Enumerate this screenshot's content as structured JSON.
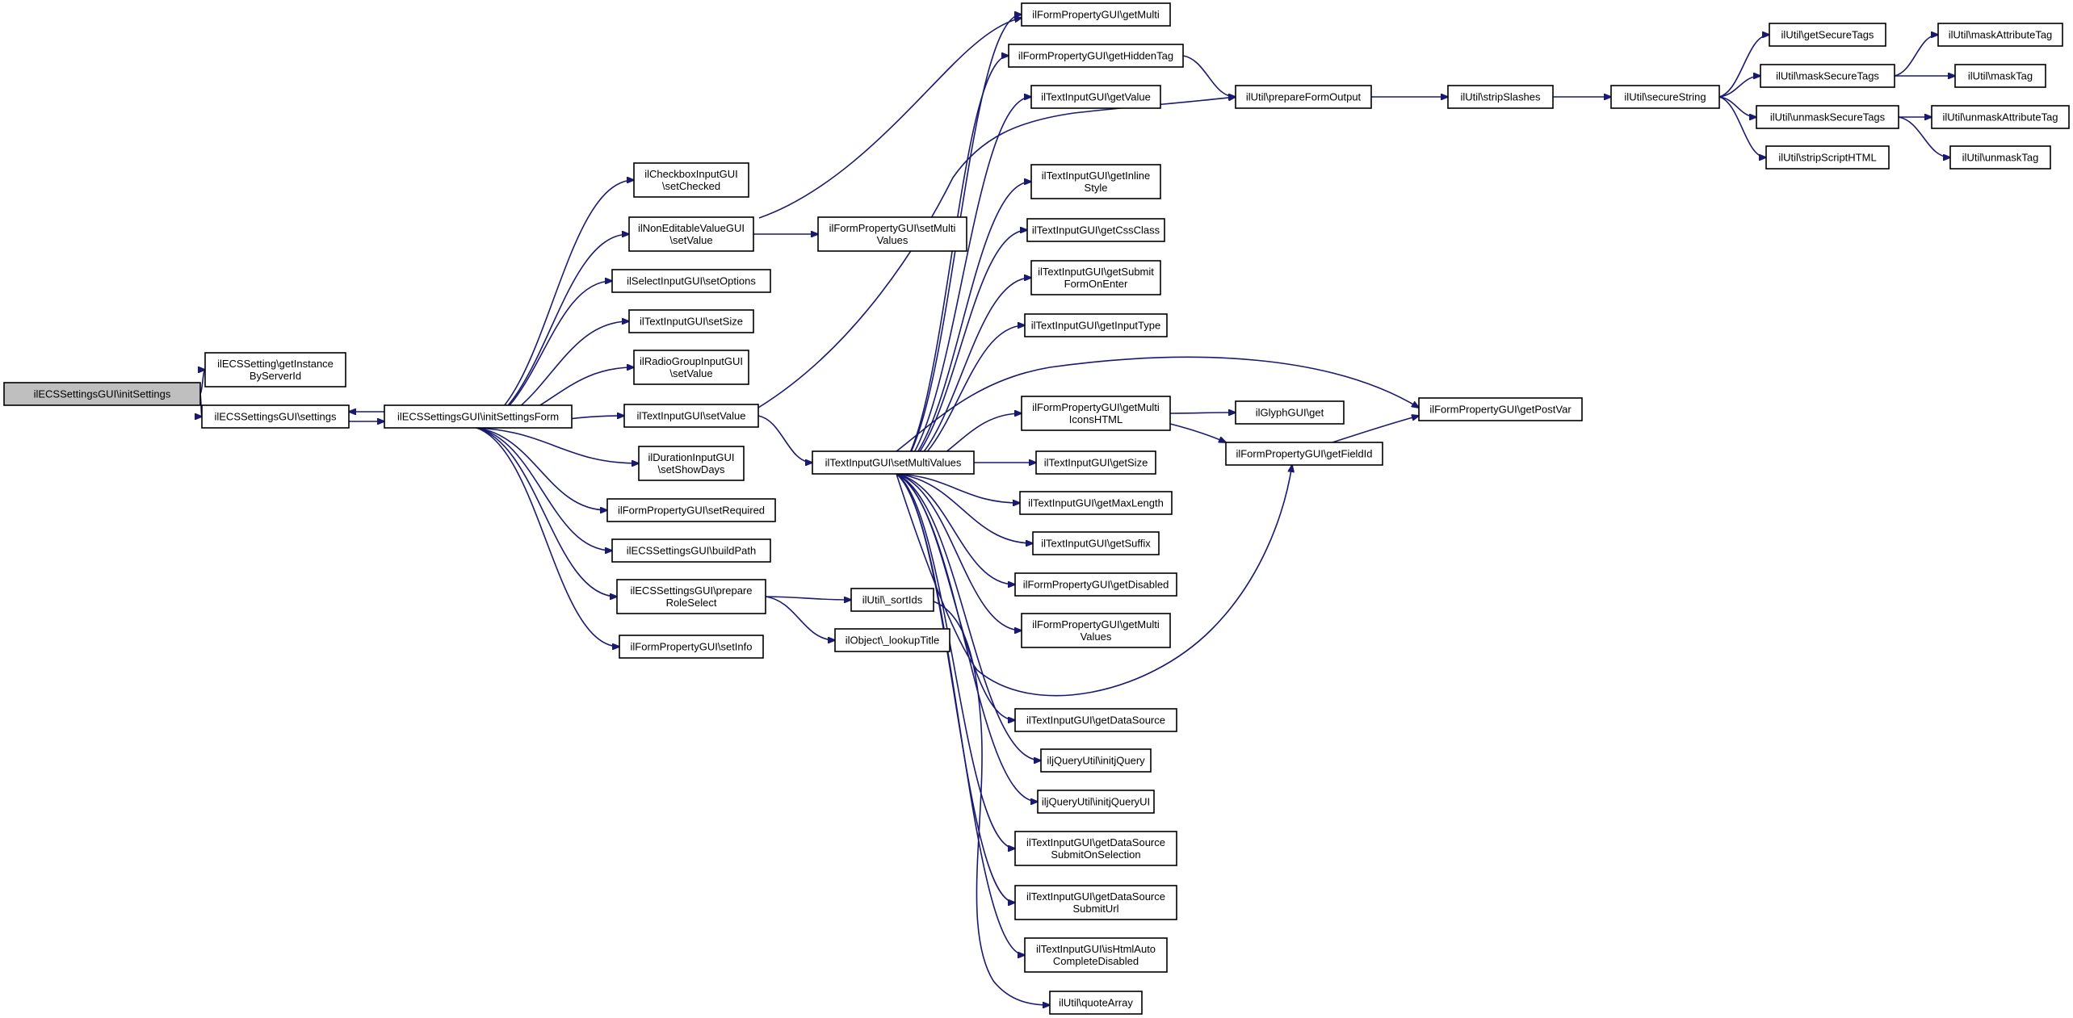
{
  "nodes": [
    {
      "id": "root",
      "lines": [
        "ilECSSettingsGUI\\initSettings"
      ],
      "root": true
    },
    {
      "id": "getinst",
      "lines": [
        "ilECSSetting\\getInstance",
        "ByServerId"
      ]
    },
    {
      "id": "settings",
      "lines": [
        "ilECSSettingsGUI\\settings"
      ]
    },
    {
      "id": "initform",
      "lines": [
        "ilECSSettingsGUI\\initSettingsForm"
      ]
    },
    {
      "id": "cbsetchecked",
      "lines": [
        "ilCheckboxInputGUI",
        "\\setChecked"
      ]
    },
    {
      "id": "nesetvalue",
      "lines": [
        "ilNonEditableValueGUI",
        "\\setValue"
      ]
    },
    {
      "id": "selsetopt",
      "lines": [
        "ilSelectInputGUI\\setOptions"
      ]
    },
    {
      "id": "tisetsize",
      "lines": [
        "ilTextInputGUI\\setSize"
      ]
    },
    {
      "id": "rgsetvalue",
      "lines": [
        "ilRadioGroupInputGUI",
        "\\setValue"
      ]
    },
    {
      "id": "tisetvalue",
      "lines": [
        "ilTextInputGUI\\setValue"
      ]
    },
    {
      "id": "dursetshow",
      "lines": [
        "ilDurationInputGUI",
        "\\setShowDays"
      ]
    },
    {
      "id": "fpsetreq",
      "lines": [
        "ilFormPropertyGUI\\setRequired"
      ]
    },
    {
      "id": "buildpath",
      "lines": [
        "ilECSSettingsGUI\\buildPath"
      ]
    },
    {
      "id": "preprole",
      "lines": [
        "ilECSSettingsGUI\\prepare",
        "RoleSelect"
      ]
    },
    {
      "id": "fpsetinfo",
      "lines": [
        "ilFormPropertyGUI\\setInfo"
      ]
    },
    {
      "id": "fpsetmulti",
      "lines": [
        "ilFormPropertyGUI\\setMulti",
        "Values"
      ]
    },
    {
      "id": "sortids",
      "lines": [
        "ilUtil\\_sortIds"
      ]
    },
    {
      "id": "lookuptitle",
      "lines": [
        "ilObject\\_lookupTitle"
      ]
    },
    {
      "id": "tisetmulti",
      "lines": [
        "ilTextInputGUI\\setMultiValues"
      ]
    },
    {
      "id": "fpgetmulti",
      "lines": [
        "ilFormPropertyGUI\\getMulti"
      ]
    },
    {
      "id": "fpgethidden",
      "lines": [
        "ilFormPropertyGUI\\getHiddenTag"
      ]
    },
    {
      "id": "tigetvalue",
      "lines": [
        "ilTextInputGUI\\getValue"
      ]
    },
    {
      "id": "tigetinline",
      "lines": [
        "ilTextInputGUI\\getInline",
        "Style"
      ]
    },
    {
      "id": "tigetcss",
      "lines": [
        "ilTextInputGUI\\getCssClass"
      ]
    },
    {
      "id": "tigetsubmit",
      "lines": [
        "ilTextInputGUI\\getSubmit",
        "FormOnEnter"
      ]
    },
    {
      "id": "tigetinput",
      "lines": [
        "ilTextInputGUI\\getInputType"
      ]
    },
    {
      "id": "fpgetmultiicons",
      "lines": [
        "ilFormPropertyGUI\\getMulti",
        "IconsHTML"
      ]
    },
    {
      "id": "tigetsize",
      "lines": [
        "ilTextInputGUI\\getSize"
      ]
    },
    {
      "id": "tigetmaxlen",
      "lines": [
        "ilTextInputGUI\\getMaxLength"
      ]
    },
    {
      "id": "tigetsuffix",
      "lines": [
        "ilTextInputGUI\\getSuffix"
      ]
    },
    {
      "id": "fpgetdisabled",
      "lines": [
        "ilFormPropertyGUI\\getDisabled"
      ]
    },
    {
      "id": "fpgetmultivals",
      "lines": [
        "ilFormPropertyGUI\\getMulti",
        "Values"
      ]
    },
    {
      "id": "tigetds",
      "lines": [
        "ilTextInputGUI\\getDataSource"
      ]
    },
    {
      "id": "jqinit",
      "lines": [
        "iljQueryUtil\\initjQuery"
      ]
    },
    {
      "id": "jqinitui",
      "lines": [
        "iljQueryUtil\\initjQueryUI"
      ]
    },
    {
      "id": "tigetdssub",
      "lines": [
        "ilTextInputGUI\\getDataSource",
        "SubmitOnSelection"
      ]
    },
    {
      "id": "tigetdsurl",
      "lines": [
        "ilTextInputGUI\\getDataSource",
        "SubmitUrl"
      ]
    },
    {
      "id": "tiishtml",
      "lines": [
        "ilTextInputGUI\\isHtmlAuto",
        "CompleteDisabled"
      ]
    },
    {
      "id": "quotearray",
      "lines": [
        "ilUtil\\quoteArray"
      ]
    },
    {
      "id": "prepform",
      "lines": [
        "ilUtil\\prepareFormOutput"
      ]
    },
    {
      "id": "glyphget",
      "lines": [
        "ilGlyphGUI\\get"
      ]
    },
    {
      "id": "fpgetfieldid",
      "lines": [
        "ilFormPropertyGUI\\getFieldId"
      ]
    },
    {
      "id": "fpgetpostvar",
      "lines": [
        "ilFormPropertyGUI\\getPostVar"
      ]
    },
    {
      "id": "stripslashes",
      "lines": [
        "ilUtil\\stripSlashes"
      ]
    },
    {
      "id": "securestring",
      "lines": [
        "ilUtil\\secureString"
      ]
    },
    {
      "id": "getsecuretags",
      "lines": [
        "ilUtil\\getSecureTags"
      ]
    },
    {
      "id": "masksecuretags",
      "lines": [
        "ilUtil\\maskSecureTags"
      ]
    },
    {
      "id": "unmasksecuretags",
      "lines": [
        "ilUtil\\unmaskSecureTags"
      ]
    },
    {
      "id": "stripscript",
      "lines": [
        "ilUtil\\stripScriptHTML"
      ]
    },
    {
      "id": "maskattr",
      "lines": [
        "ilUtil\\maskAttributeTag"
      ]
    },
    {
      "id": "masktag",
      "lines": [
        "ilUtil\\maskTag"
      ]
    },
    {
      "id": "unmaskattr",
      "lines": [
        "ilUtil\\unmaskAttributeTag"
      ]
    },
    {
      "id": "unmasktag",
      "lines": [
        "ilUtil\\unmaskTag"
      ]
    }
  ],
  "edges": [
    [
      "root",
      "getinst"
    ],
    [
      "root",
      "settings"
    ],
    [
      "settings",
      "initform"
    ],
    [
      "initform",
      "settings"
    ],
    [
      "initform",
      "cbsetchecked"
    ],
    [
      "initform",
      "nesetvalue"
    ],
    [
      "initform",
      "selsetopt"
    ],
    [
      "initform",
      "tisetsize"
    ],
    [
      "initform",
      "rgsetvalue"
    ],
    [
      "initform",
      "tisetvalue"
    ],
    [
      "initform",
      "dursetshow"
    ],
    [
      "initform",
      "fpsetreq"
    ],
    [
      "initform",
      "buildpath"
    ],
    [
      "initform",
      "preprole"
    ],
    [
      "initform",
      "fpsetinfo"
    ],
    [
      "nesetvalue",
      "fpgetmulti"
    ],
    [
      "nesetvalue",
      "fpsetmulti"
    ],
    [
      "tisetvalue",
      "tisetmulti"
    ],
    [
      "tisetvalue",
      "prepform"
    ],
    [
      "preprole",
      "sortids"
    ],
    [
      "preprole",
      "lookuptitle"
    ],
    [
      "sortids",
      "quotearray"
    ],
    [
      "tisetmulti",
      "fpgetmulti"
    ],
    [
      "tisetmulti",
      "fpgethidden"
    ],
    [
      "tisetmulti",
      "tigetvalue"
    ],
    [
      "tisetmulti",
      "tigetinline"
    ],
    [
      "tisetmulti",
      "tigetcss"
    ],
    [
      "tisetmulti",
      "tigetsubmit"
    ],
    [
      "tisetmulti",
      "tigetinput"
    ],
    [
      "tisetmulti",
      "fpgetmultiicons"
    ],
    [
      "tisetmulti",
      "tigetsize"
    ],
    [
      "tisetmulti",
      "tigetmaxlen"
    ],
    [
      "tisetmulti",
      "tigetsuffix"
    ],
    [
      "tisetmulti",
      "fpgetdisabled"
    ],
    [
      "tisetmulti",
      "fpgetmultivals"
    ],
    [
      "tisetmulti",
      "tigetds"
    ],
    [
      "tisetmulti",
      "jqinit"
    ],
    [
      "tisetmulti",
      "jqinitui"
    ],
    [
      "tisetmulti",
      "tigetdssub"
    ],
    [
      "tisetmulti",
      "tigetdsurl"
    ],
    [
      "tisetmulti",
      "tiishtml"
    ],
    [
      "tisetmulti",
      "fpgetpostvar"
    ],
    [
      "tisetmulti",
      "fpgetfieldid"
    ],
    [
      "fpgethidden",
      "prepform"
    ],
    [
      "fpgetmultiicons",
      "glyphget"
    ],
    [
      "fpgetmultiicons",
      "fpgetfieldid"
    ],
    [
      "fpgetfieldid",
      "fpgetpostvar"
    ],
    [
      "prepform",
      "stripslashes"
    ],
    [
      "stripslashes",
      "securestring"
    ],
    [
      "securestring",
      "getsecuretags"
    ],
    [
      "securestring",
      "masksecuretags"
    ],
    [
      "securestring",
      "unmasksecuretags"
    ],
    [
      "securestring",
      "stripscript"
    ],
    [
      "masksecuretags",
      "maskattr"
    ],
    [
      "masksecuretags",
      "masktag"
    ],
    [
      "unmasksecuretags",
      "unmaskattr"
    ],
    [
      "unmasksecuretags",
      "unmasktag"
    ]
  ]
}
